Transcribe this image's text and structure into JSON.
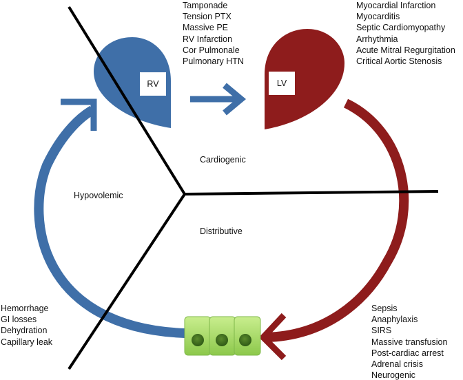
{
  "labels": {
    "rv": "RV",
    "lv": "LV",
    "cardiogenic": "Cardiogenic",
    "hypovolemic": "Hypovolemic",
    "distributive": "Distributive"
  },
  "rv_causes": [
    "Tamponade",
    "Tension PTX",
    "Massive PE",
    "RV Infarction",
    "Cor Pulmonale",
    "Pulmonary HTN"
  ],
  "lv_causes": [
    "Myocardial Infarction",
    "Myocarditis",
    "Septic Cardiomyopathy",
    "Arrhythmia",
    "Acute Mitral Regurgitation",
    "Critical Aortic Stenosis"
  ],
  "hypovolemic_causes": [
    "Hemorrhage",
    "GI losses",
    "Dehydration",
    "Capillary leak"
  ],
  "distributive_causes": [
    "Sepsis",
    "Anaphylaxis",
    "SIRS",
    "Massive transfusion",
    "Post-cardiac arrest",
    "Adrenal crisis",
    "Neurogenic"
  ],
  "colors": {
    "right_heart_blue": "#3f6fa8",
    "left_heart_red": "#8e1c1c",
    "divider_black": "#000000",
    "cell_green": "#9fd45a",
    "cell_nucleus": "#3f6f1e"
  }
}
